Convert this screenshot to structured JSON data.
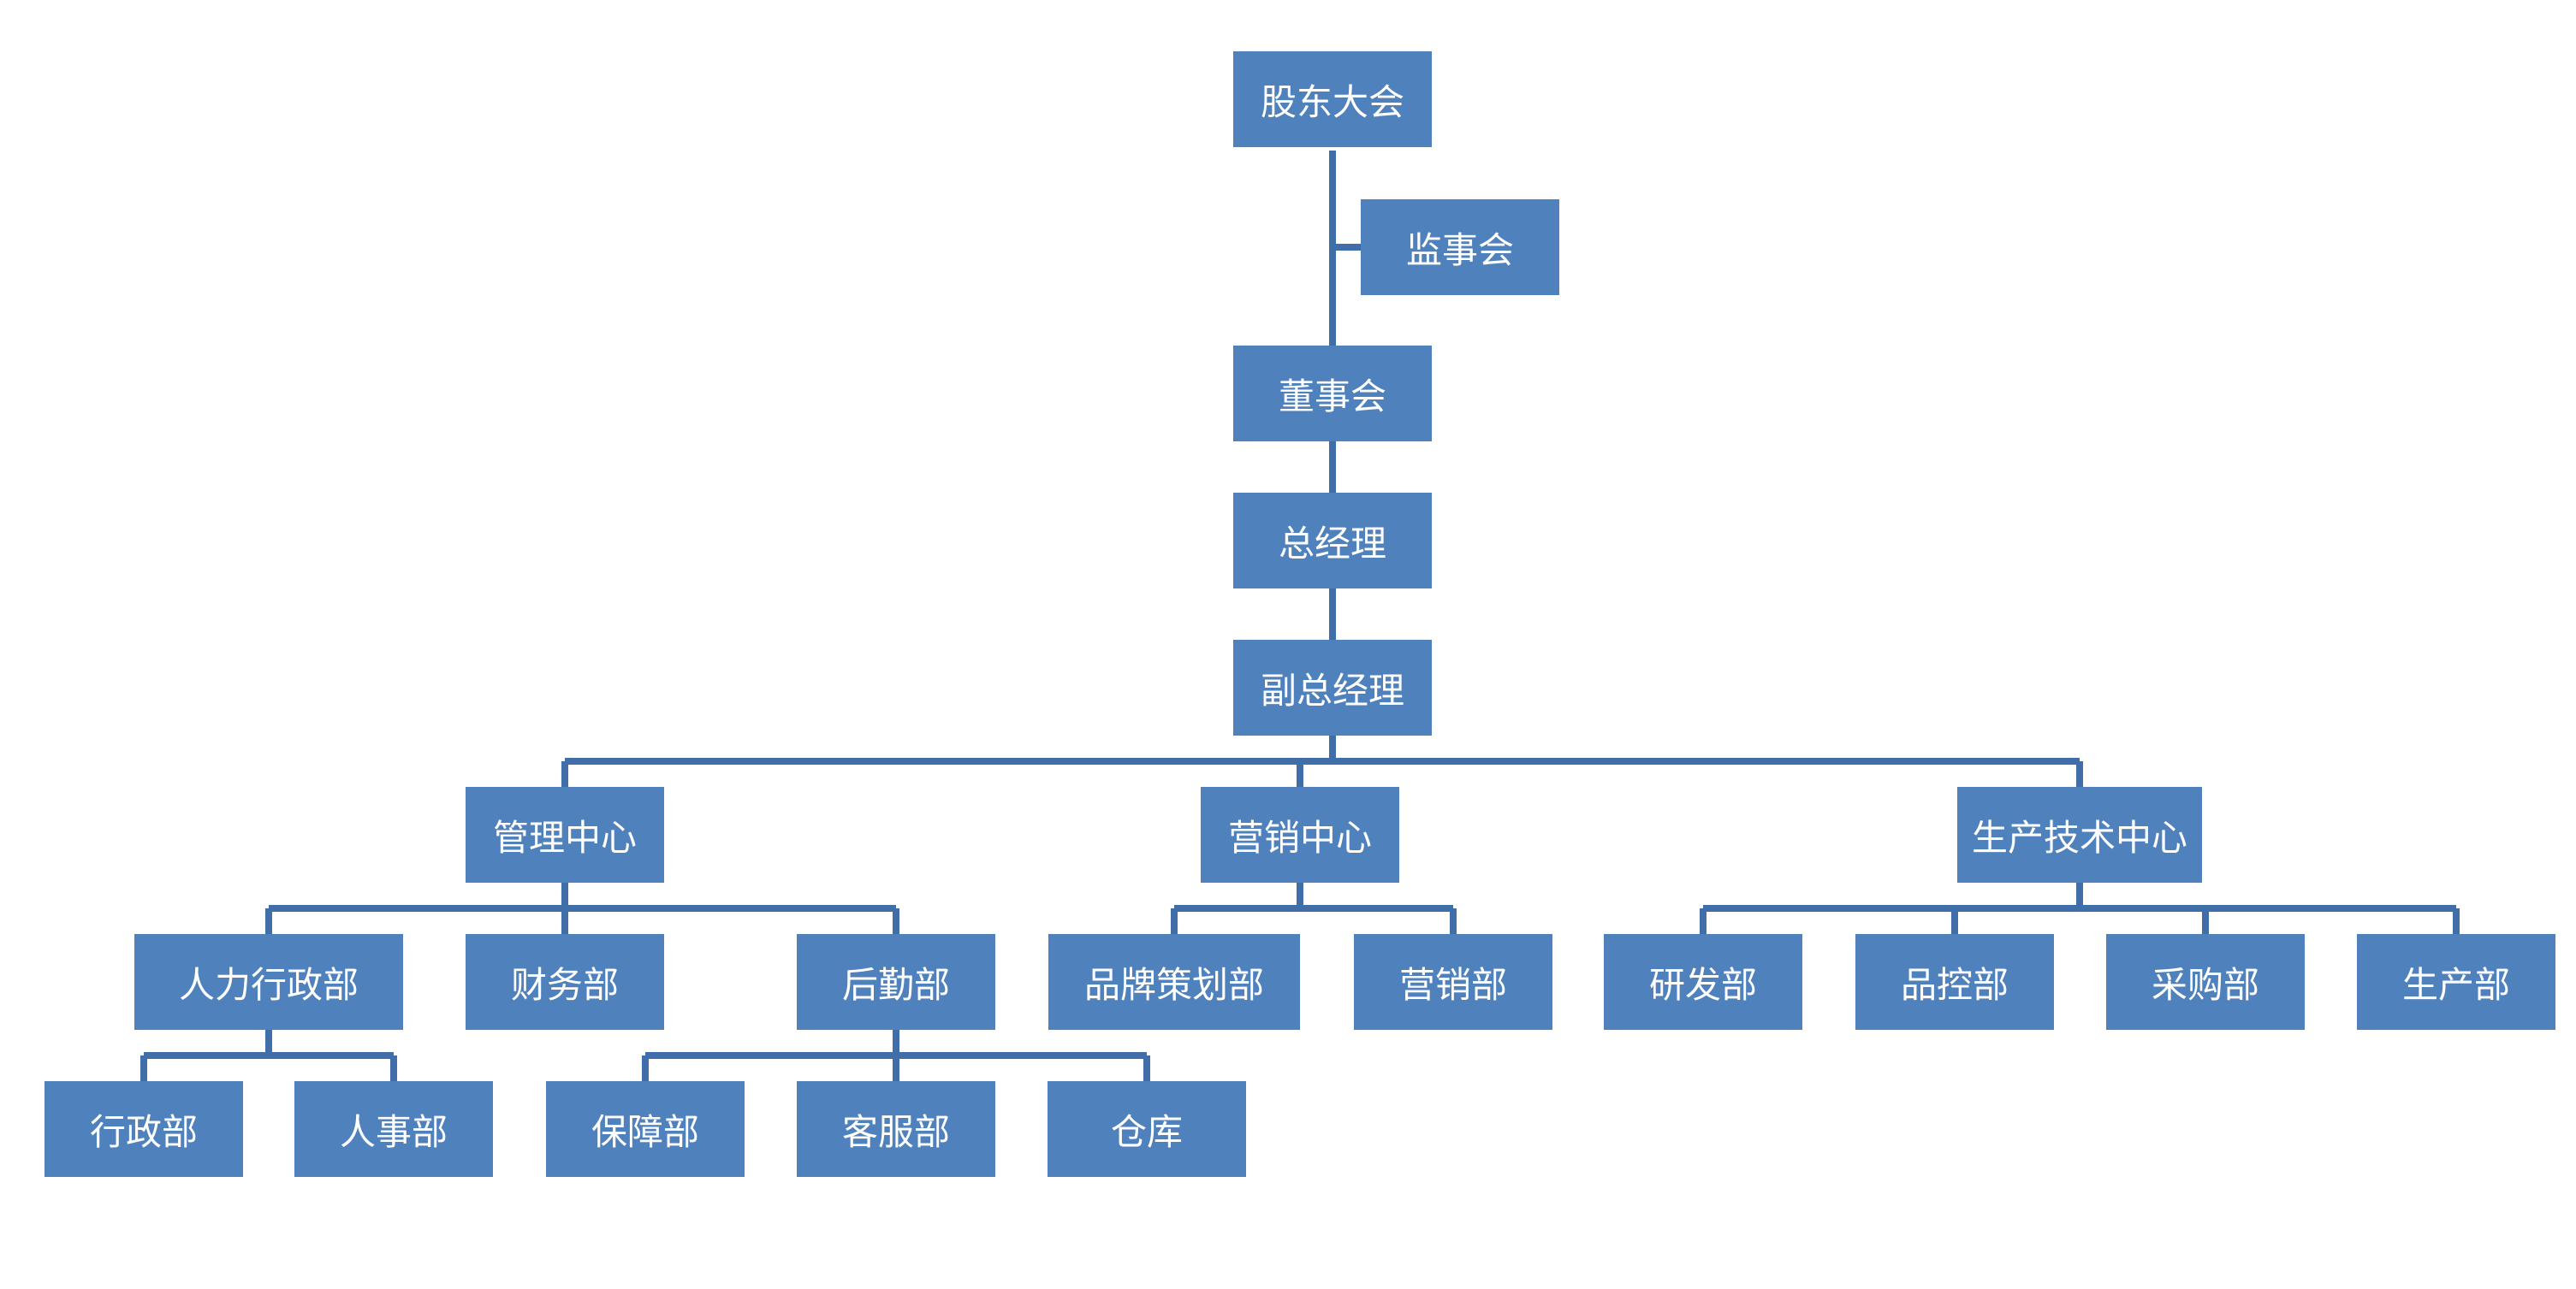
{
  "org_chart": {
    "shareholders_meeting": "股东大会",
    "supervisory_board": "监事会",
    "board_of_directors": "董事会",
    "general_manager": "总经理",
    "deputy_general_manager": "副总经理",
    "centers": {
      "management": "管理中心",
      "marketing": "营销中心",
      "production_tech": "生产技术中心"
    },
    "departments": {
      "hr_admin": "人力行政部",
      "finance": "财务部",
      "logistics": "后勤部",
      "brand_planning": "品牌策划部",
      "sales": "营销部",
      "rnd": "研发部",
      "quality_control": "品控部",
      "purchasing": "采购部",
      "production": "生产部"
    },
    "sub_departments": {
      "administration": "行政部",
      "personnel": "人事部",
      "security": "保障部",
      "customer_service": "客服部",
      "warehouse": "仓库"
    }
  },
  "colors": {
    "box_fill": "#4f81bd",
    "connector": "#3f6ea8",
    "text": "#ffffff"
  }
}
